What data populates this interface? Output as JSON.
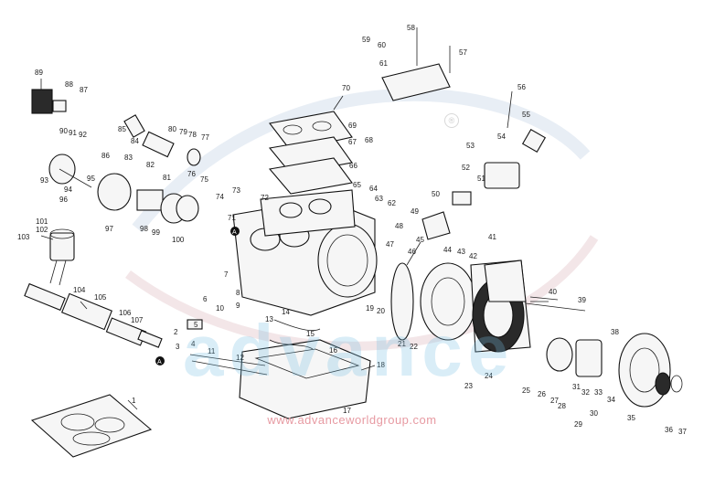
{
  "watermark": {
    "url_text": "www.advanceworldgroup.com",
    "big_text": "advance",
    "registered": "®"
  },
  "callouts": [
    "1",
    "2",
    "3",
    "4",
    "5",
    "6",
    "7",
    "8",
    "9",
    "10",
    "11",
    "12",
    "13",
    "14",
    "15",
    "16",
    "17",
    "18",
    "19",
    "20",
    "21",
    "22",
    "23",
    "24",
    "25",
    "26",
    "27",
    "28",
    "29",
    "30",
    "31",
    "32",
    "33",
    "34",
    "35",
    "36",
    "37",
    "38",
    "39",
    "40",
    "41",
    "42",
    "43",
    "44",
    "45",
    "46",
    "47",
    "48",
    "49",
    "50",
    "51",
    "52",
    "53",
    "54",
    "55",
    "56",
    "57",
    "58",
    "59",
    "60",
    "61",
    "62",
    "63",
    "64",
    "65",
    "66",
    "67",
    "68",
    "69",
    "70",
    "71",
    "72",
    "73",
    "74",
    "75",
    "76",
    "77",
    "78",
    "79",
    "80",
    "81",
    "82",
    "83",
    "84",
    "85",
    "86",
    "87",
    "88",
    "89",
    "90",
    "91",
    "92",
    "93",
    "94",
    "95",
    "96",
    "97",
    "98",
    "99",
    "100",
    "101",
    "102",
    "103",
    "104",
    "105",
    "106",
    "107"
  ],
  "markers": [
    "A",
    "A"
  ]
}
